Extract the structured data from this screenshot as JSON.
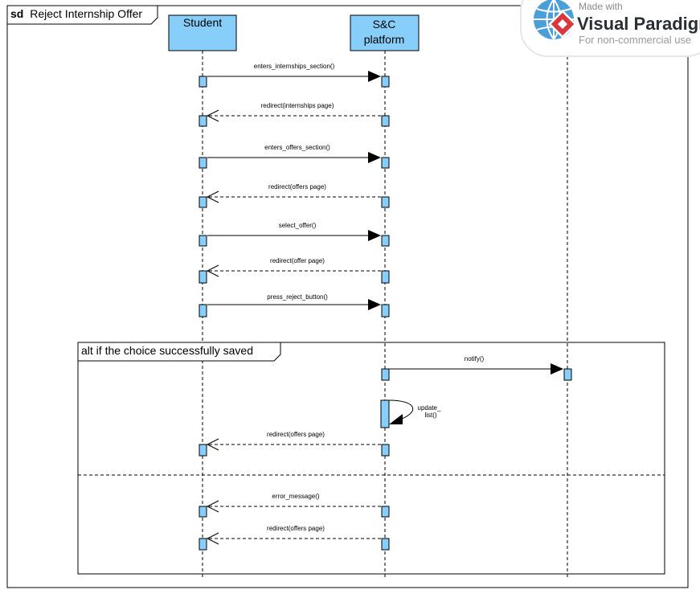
{
  "frame": {
    "keyword": "sd",
    "title": "Reject Internship Offer"
  },
  "lifelines": [
    {
      "id": "student",
      "label_lines": [
        "Student"
      ]
    },
    {
      "id": "platform",
      "label_lines": [
        "S&C",
        "platform"
      ]
    }
  ],
  "messages": [
    {
      "label": "enters_internships_section()"
    },
    {
      "label": "redirect(internships page)"
    },
    {
      "label": "enters_offers_section()"
    },
    {
      "label": "redirect(offers page)"
    },
    {
      "label": "select_offer()"
    },
    {
      "label": "redirect(offer page)"
    },
    {
      "label": "press_reject_button()"
    },
    {
      "label": "notify()"
    },
    {
      "label_lines": [
        "update_",
        "list()"
      ]
    },
    {
      "label": "redirect(offers page)"
    },
    {
      "label": "error_message()"
    },
    {
      "label": "redirect(offers page)"
    }
  ],
  "fragment": {
    "label": "alt if the choice successfully saved"
  },
  "watermark": {
    "line1": "Made with",
    "line2": "Visual Paradigm",
    "line3": "For non-commercial use"
  },
  "colors": {
    "lifeline_fill": "#87cefa",
    "activation_fill": "#87cefa",
    "stroke": "#000000"
  }
}
